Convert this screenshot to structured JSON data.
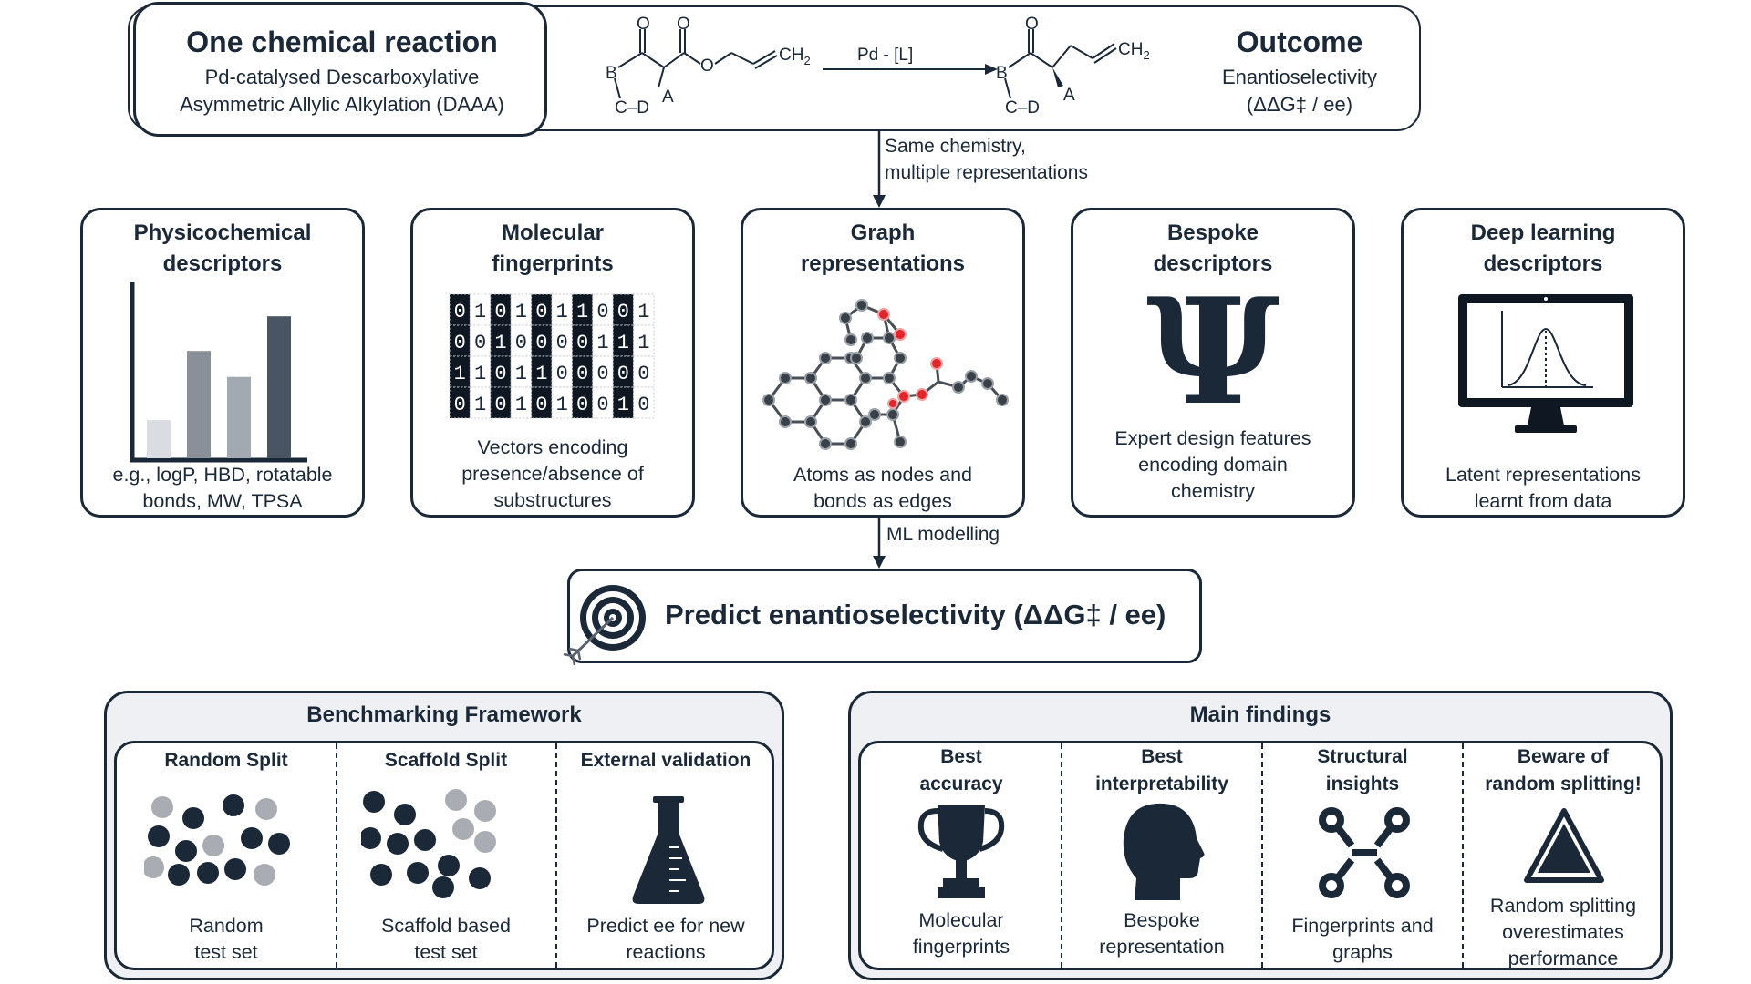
{
  "reaction": {
    "title": "One chemical reaction",
    "subtitle_line1": "Pd-catalysed Descarboxylative",
    "subtitle_line2": "Asymmetric Allylic Alkylation (DAAA)",
    "catalyst": "Pd - [L]",
    "outcome_title": "Outcome",
    "outcome_line1": "Enantioselectivity",
    "outcome_line2": "(ΔΔG‡ / ee)",
    "atom_labels": {
      "O": "O",
      "B": "B",
      "A": "A",
      "CD": "C–D",
      "CH2": "CH",
      "sub2": "2"
    }
  },
  "arrow_top": {
    "line1": "Same chemistry,",
    "line2": "multiple representations"
  },
  "representations": [
    {
      "title_line1": "Physicochemical",
      "title_line2": "descriptors",
      "desc_line1": "e.g., logP, HBD, rotatable",
      "desc_line2": "bonds, MW, TPSA",
      "bar_values": [
        0.22,
        0.62,
        0.47,
        0.82
      ],
      "bar_colors": [
        "#d9dce0",
        "#8a9099",
        "#a3a9b1",
        "#4a5563"
      ]
    },
    {
      "title_line1": "Molecular",
      "title_line2": "fingerprints",
      "desc_line1": "Vectors encoding",
      "desc_line2": "presence/absence of",
      "desc_line3": "substructures",
      "bits": [
        [
          "0",
          "1",
          "0",
          "1",
          "0",
          "1",
          "1",
          "0",
          "0",
          "1"
        ],
        [
          "0",
          "0",
          "1",
          "0",
          "0",
          "0",
          "0",
          "1",
          "1",
          "1"
        ],
        [
          "1",
          "1",
          "0",
          "1",
          "1",
          "0",
          "0",
          "0",
          "0",
          "0"
        ],
        [
          "0",
          "1",
          "0",
          "1",
          "0",
          "1",
          "0",
          "0",
          "1",
          "0"
        ]
      ]
    },
    {
      "title_line1": "Graph",
      "title_line2": "representations",
      "desc_line1": "Atoms as nodes and",
      "desc_line2": "bonds as edges"
    },
    {
      "title_line1": "Bespoke",
      "title_line2": "descriptors",
      "symbol": "Ψ",
      "desc_line1": "Expert design features",
      "desc_line2": "encoding domain",
      "desc_line3": "chemistry"
    },
    {
      "title_line1": "Deep learning",
      "title_line2": "descriptors",
      "desc_line1": "Latent representations",
      "desc_line2": "learnt from data"
    }
  ],
  "arrow_mid": {
    "label": "ML modelling"
  },
  "predict": {
    "label": "Predict enantioselectivity (ΔΔG‡ / ee)"
  },
  "benchmark": {
    "title": "Benchmarking Framework",
    "columns": [
      {
        "title": "Random Split",
        "desc_line1": "Random",
        "desc_line2": "test set"
      },
      {
        "title": "Scaffold Split",
        "desc_line1": "Scaffold based",
        "desc_line2": "test set"
      },
      {
        "title": "External validation",
        "desc_line1": "Predict ee for new",
        "desc_line2": "reactions"
      }
    ]
  },
  "findings": {
    "title": "Main findings",
    "columns": [
      {
        "title_line1": "Best",
        "title_line2": "accuracy",
        "desc_line1": "Molecular",
        "desc_line2": "fingerprints"
      },
      {
        "title_line1": "Best",
        "title_line2": "interpretability",
        "desc_line1": "Bespoke",
        "desc_line2": "representation"
      },
      {
        "title_line1": "Structural",
        "title_line2": "insights",
        "desc_line1": "Fingerprints and",
        "desc_line2": "graphs"
      },
      {
        "title_line1": "Beware of",
        "title_line2": "random splitting!",
        "desc_line1": "Random splitting",
        "desc_line2": "overestimates",
        "desc_line3": "performance"
      }
    ]
  },
  "colors": {
    "navy": "#1b2838",
    "grey_dot": "#a9adb3",
    "red_atom": "#e0262b",
    "panel_bg": "#eef0f3"
  }
}
